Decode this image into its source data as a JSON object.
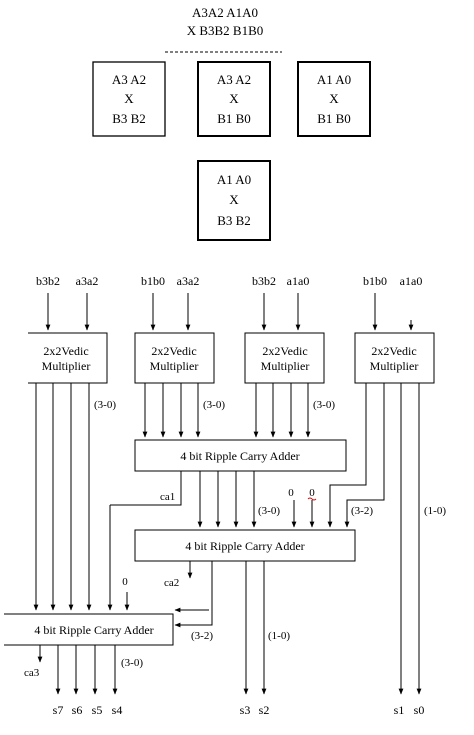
{
  "header": {
    "line1": "A3A2  A1A0",
    "line2": "X B3B2  B1B0"
  },
  "partial_boxes": [
    {
      "row1": "A3  A2",
      "row2": "X",
      "row3": "B3  B2"
    },
    {
      "row1": "A3  A2",
      "row2": "X",
      "row3": "B1  B0"
    },
    {
      "row1": "A1  A0",
      "row2": "X",
      "row3": "B1  B0"
    },
    {
      "row1": "A1  A0",
      "row2": "X",
      "row3": "B3  B2"
    }
  ],
  "multipliers": [
    {
      "in_left": "b3b2",
      "in_right": "a3a2",
      "line1": "2x2Vedic",
      "line2": "Multiplier",
      "out_label": "(3-0)"
    },
    {
      "in_left": "b1b0",
      "in_right": "a3a2",
      "line1": "2x2Vedic",
      "line2": "Multiplier",
      "out_label": "(3-0)"
    },
    {
      "in_left": "b3b2",
      "in_right": "a1a0",
      "line1": "2x2Vedic",
      "line2": "Multiplier",
      "out_label": "(3-0)"
    },
    {
      "in_left": "b1b0",
      "in_right": "a1a0",
      "line1": "2x2Vedic",
      "line2": "Multiplier",
      "out_label": "(1-0)"
    }
  ],
  "adders": [
    {
      "label": "4 bit Ripple Carry Adder",
      "carry": "ca1"
    },
    {
      "label": "4 bit Ripple Carry Adder",
      "carry": "ca2",
      "in_label_a": "(3-0)",
      "in_label_b": "(3-2)",
      "const_a": "0",
      "const_b": "0",
      "out_label_a": "(3-2)",
      "out_label_b": "(1-0)"
    },
    {
      "label": "4 bit Ripple Carry Adder",
      "carry": "ca3",
      "const": "0",
      "out_label": "(3-0)"
    }
  ],
  "outputs": [
    "s7",
    "s6",
    "s5",
    "s4",
    "s3",
    "s2",
    "s1",
    "s0"
  ]
}
